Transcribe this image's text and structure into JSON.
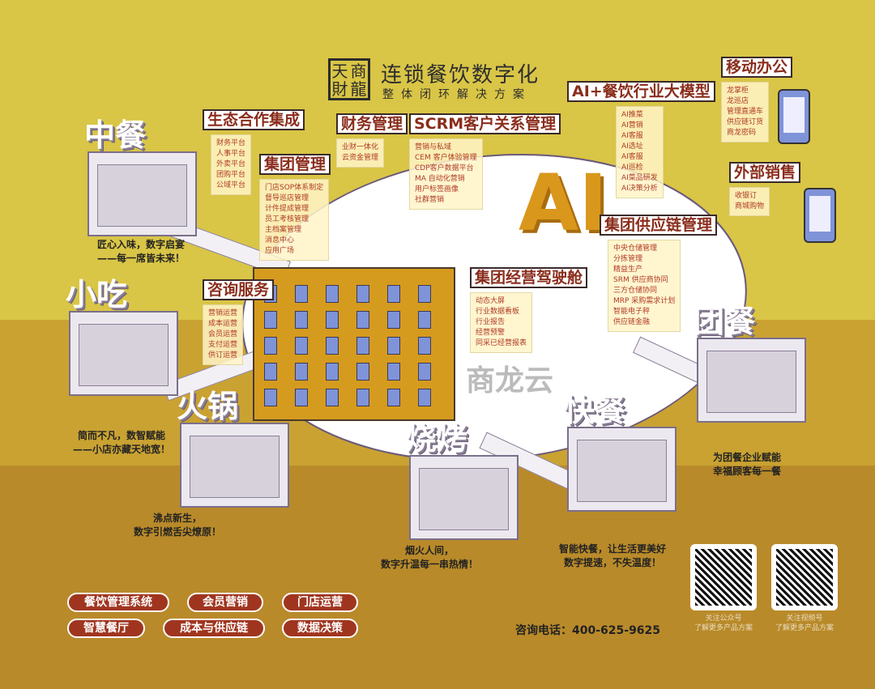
{
  "header": {
    "logo_chars": [
      "天",
      "商",
      "財",
      "龍"
    ],
    "logo": "天商財龍",
    "title": "连锁餐饮数字化",
    "subtitle": "整体闭环解决方案"
  },
  "modules": [
    {
      "title": "生态合作集成",
      "items": [
        "财务平台",
        "人事平台",
        "外卖平台",
        "团购平台",
        "公域平台"
      ]
    },
    {
      "title": "集团管理",
      "items": [
        "门店SOP体系制定",
        "督导巡店管理",
        "计件提成管理",
        "员工考核管理",
        "主档案管理",
        "消息中心",
        "应用广场"
      ]
    },
    {
      "title": "财务管理",
      "items": [
        "业财一体化",
        "云资金管理"
      ]
    },
    {
      "title": "SCRM客户关系管理",
      "items": [
        "营销与私域",
        "CEM 客户体验管理",
        "CDP客户数据平台",
        "MA 自动化营销",
        "用户标签画像",
        "社群营销"
      ]
    },
    {
      "title": "AI+餐饮行业大模型",
      "items": [
        "AI推菜",
        "AI营销",
        "AI客服",
        "AI选址",
        "AI客服",
        "AI巡检",
        "AI菜品研发",
        "AI决策分析"
      ]
    },
    {
      "title": "移动办公",
      "items": [
        "龙掌柜",
        "龙巡店",
        "管理直通车",
        "供应链订货",
        "商龙密码"
      ]
    },
    {
      "title": "外部销售",
      "items": [
        "收银订",
        "商城购物"
      ]
    },
    {
      "title": "咨询服务",
      "items": [
        "营销运营",
        "成本运营",
        "会员运营",
        "支付运营",
        "供订运营"
      ]
    },
    {
      "title": "集团经营驾驶舱",
      "items": [
        "动态大屏",
        "行业数据看板",
        "行业报告",
        "经营预警",
        "同采已经营报表"
      ]
    },
    {
      "title": "集团供应链管理",
      "items": [
        "中央仓储管理",
        "分拣管理",
        "精益生产",
        "SRM 供应商协同",
        "三方仓储协同",
        "MRP 采购需求计划",
        "智能电子秤",
        "供应链金融"
      ]
    }
  ],
  "watermark": "商龙云",
  "formats": [
    {
      "name": "中餐",
      "slogan": [
        "匠心入味，数字启宴",
        "——每一席皆未来！"
      ]
    },
    {
      "name": "小吃",
      "slogan": [
        "简而不凡，数智赋能",
        "——小店亦藏天地宽！"
      ]
    },
    {
      "name": "火锅",
      "slogan": [
        "沸点新生，",
        "数字引燃舌尖燎原！"
      ]
    },
    {
      "name": "烧烤",
      "slogan": [
        "烟火人间，",
        "数字升温每一串热情！"
      ]
    },
    {
      "name": "快餐",
      "slogan": [
        "智能快餐，让生活更美好",
        "数字提速，不失温度！"
      ]
    },
    {
      "name": "团餐",
      "slogan": [
        "为团餐企业赋能",
        "幸福顾客每一餐"
      ]
    }
  ],
  "pills": [
    "餐饮管理系统",
    "会员营销",
    "门店运营",
    "智慧餐厅",
    "成本与供应链",
    "数据决策"
  ],
  "contact": {
    "phone": "咨询电话：400-625-9625"
  },
  "qr": [
    {
      "line1": "关注公众号",
      "line2": "了解更多产品方案"
    },
    {
      "line1": "关注视频号",
      "line2": "了解更多产品方案"
    }
  ],
  "ai_letters": "AI",
  "colors": {
    "bg_top": "#d9c546",
    "bg_mid": "#c9a232",
    "bg_bottom": "#b98a2a",
    "tag_text": "#8a2d1c",
    "pill": "#a0351f"
  }
}
